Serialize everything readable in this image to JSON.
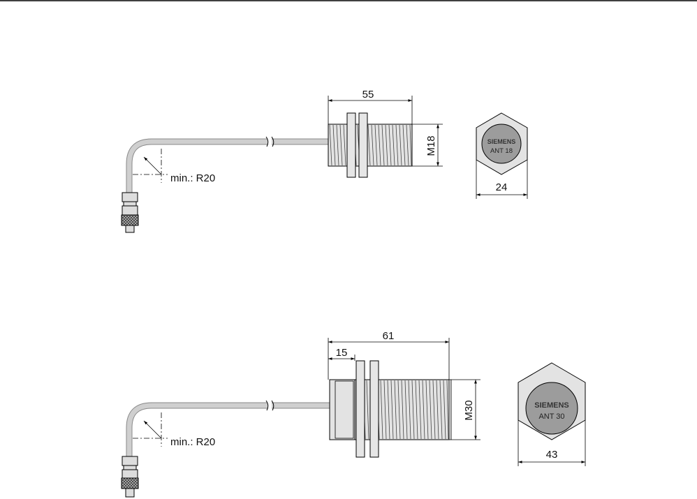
{
  "antenna_18": {
    "dim_length": "55",
    "dim_thread": "M18",
    "dim_bend_radius": "min.: R20",
    "dim_hex": "24",
    "logo_text": "SIEMENS",
    "model_label": "ANT 18"
  },
  "antenna_30": {
    "dim_length": "61",
    "dim_flange": "15",
    "dim_thread": "M30",
    "dim_bend_radius": "min.: R20",
    "dim_hex": "43",
    "logo_text": "SIEMENS",
    "model_label": "ANT 30"
  },
  "colors": {
    "cable": "#c8c8c8",
    "body": "#d9d9d9",
    "face": "#9a9a9a",
    "line": "#000000"
  }
}
